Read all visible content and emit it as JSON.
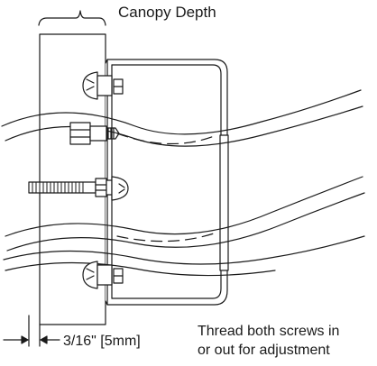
{
  "labels": {
    "canopy_depth": "Canopy Depth",
    "gap": "3/16\" [5mm]",
    "note_line1": "Thread both screws in",
    "note_line2": "or out for adjustment"
  },
  "colors": {
    "stroke": "#1a1a1a",
    "fill": "#ffffff"
  }
}
